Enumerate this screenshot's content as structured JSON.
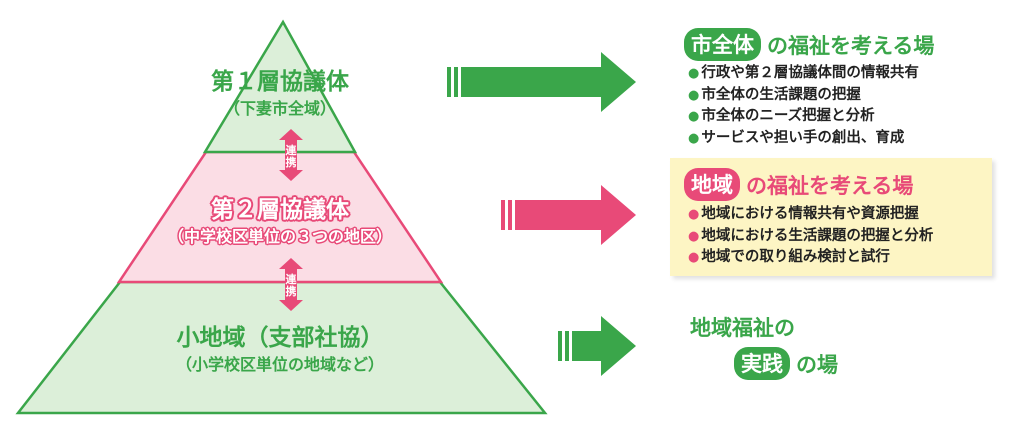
{
  "colors": {
    "green": "#3aa64a",
    "pink": "#e84a78",
    "light_green_fill": "#dcefd9",
    "light_pink_fill": "#fbdde5",
    "yellow_panel": "#fdf5c4"
  },
  "pyramid": {
    "tier1": {
      "title": "第１層協議体",
      "subtitle": "（下妻市全域）"
    },
    "tier2": {
      "title": "第２層協議体",
      "subtitle": "（中学校区単位の３つの地区）"
    },
    "tier3": {
      "title": "小地域（支部社協）",
      "subtitle": "（小学校区単位の地域など）"
    },
    "link_label": "連携"
  },
  "panels": {
    "city": {
      "pill": "市全体",
      "heading": "の福祉を考える場",
      "bullets": [
        "行政や第２層協議体間の情報共有",
        "市全体の生活課題の把握",
        "市全体のニーズ把握と分析",
        "サービスや担い手の創出、育成"
      ]
    },
    "region": {
      "pill": "地域",
      "heading": "の福祉を考える場",
      "bullets": [
        "地域における情報共有や資源把握",
        "地域における生活課題の把握と分析",
        "地域での取り組み検討と試行"
      ]
    },
    "local": {
      "line1": "地域福祉の",
      "pill": "実践",
      "heading": "の場"
    }
  },
  "icons": {
    "arrow1": "green-right-arrow-icon",
    "arrow2": "pink-right-arrow-icon",
    "arrow3": "green-right-arrow-icon",
    "link": "double-vertical-arrow-icon",
    "bullet": "bullet-dot-icon"
  }
}
